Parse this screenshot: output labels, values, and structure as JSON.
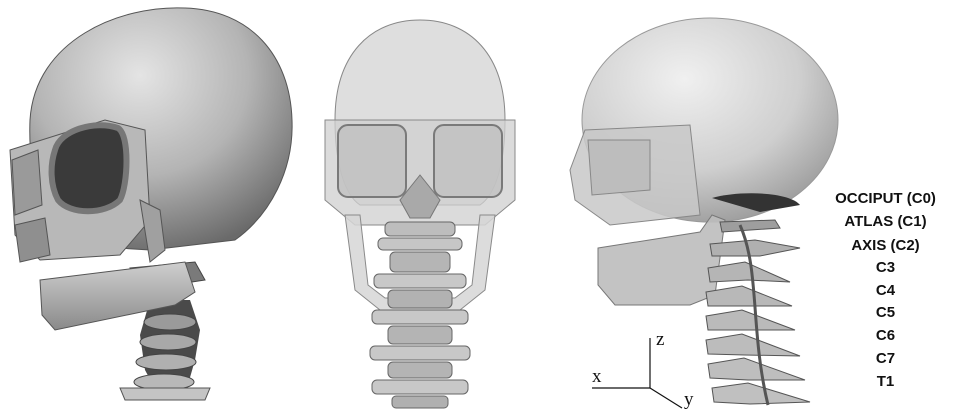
{
  "views": [
    {
      "name": "perspective-view"
    },
    {
      "name": "front-view"
    },
    {
      "name": "side-view"
    }
  ],
  "vertebra_labels": [
    "OCCIPUT (C0)",
    "ATLAS (C1)",
    "AXIS (C2)",
    "C3",
    "C4",
    "C5",
    "C6",
    "C7",
    "T1"
  ],
  "axes": {
    "x": "x",
    "y": "y",
    "z": "z"
  },
  "colors": {
    "bone": "#bdbdbd",
    "bone_dark": "#6e6e6e",
    "bone_light": "#e2e2e2",
    "translucent_bone": "#d2d2d2",
    "outline": "#555555",
    "text": "#111111"
  }
}
